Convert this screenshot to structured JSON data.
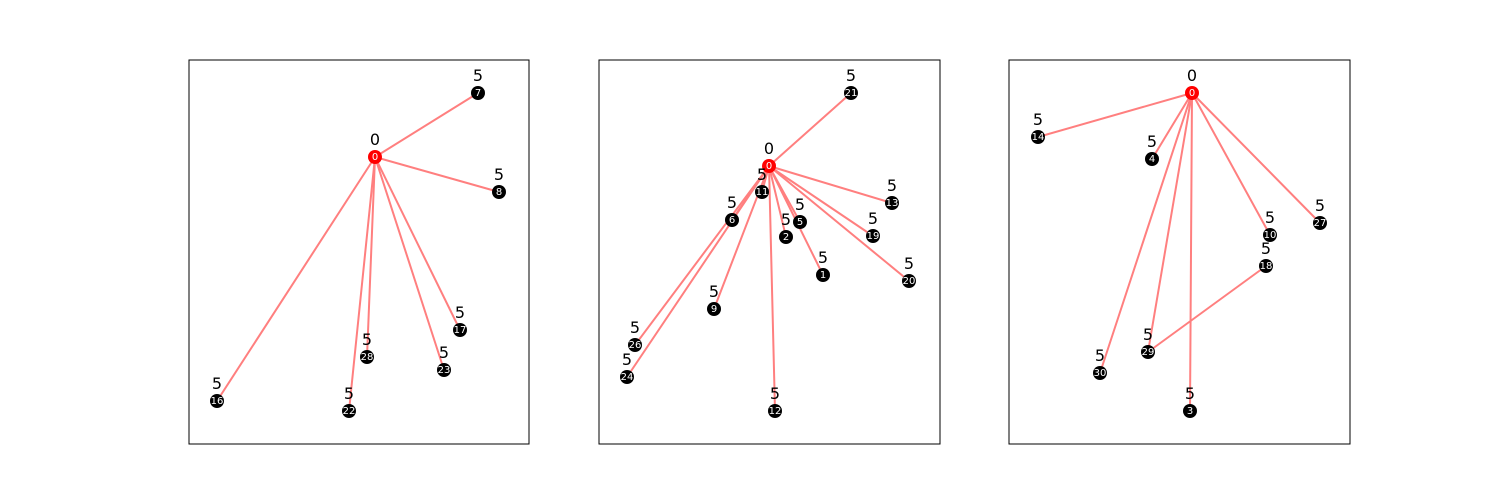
{
  "colors": {
    "edge": "#ff7f7f",
    "root_node": "#ff0000",
    "node": "#000000",
    "frame": "#000000"
  },
  "panels": [
    {
      "nodes": [
        {
          "id": "0",
          "label": "0",
          "root": true
        },
        {
          "id": "7",
          "label": "5"
        },
        {
          "id": "8",
          "label": "5"
        },
        {
          "id": "17",
          "label": "5"
        },
        {
          "id": "28",
          "label": "5"
        },
        {
          "id": "23",
          "label": "5"
        },
        {
          "id": "16",
          "label": "5"
        },
        {
          "id": "22",
          "label": "5"
        }
      ],
      "edges": [
        [
          "0",
          "7"
        ],
        [
          "0",
          "8"
        ],
        [
          "0",
          "17"
        ],
        [
          "0",
          "28"
        ],
        [
          "0",
          "23"
        ],
        [
          "0",
          "16"
        ],
        [
          "0",
          "22"
        ]
      ]
    },
    {
      "nodes": [
        {
          "id": "0",
          "label": "0",
          "root": true
        },
        {
          "id": "21",
          "label": "5"
        },
        {
          "id": "11",
          "label": "5"
        },
        {
          "id": "13",
          "label": "5"
        },
        {
          "id": "6",
          "label": "5"
        },
        {
          "id": "5",
          "label": "5"
        },
        {
          "id": "2",
          "label": "5"
        },
        {
          "id": "19",
          "label": "5"
        },
        {
          "id": "1",
          "label": "5"
        },
        {
          "id": "20",
          "label": "5"
        },
        {
          "id": "9",
          "label": "5"
        },
        {
          "id": "26",
          "label": "5"
        },
        {
          "id": "24",
          "label": "5"
        },
        {
          "id": "12",
          "label": "5"
        }
      ],
      "edges": [
        [
          "0",
          "21"
        ],
        [
          "0",
          "11"
        ],
        [
          "0",
          "13"
        ],
        [
          "0",
          "6"
        ],
        [
          "0",
          "5"
        ],
        [
          "0",
          "2"
        ],
        [
          "0",
          "19"
        ],
        [
          "0",
          "1"
        ],
        [
          "0",
          "20"
        ],
        [
          "0",
          "9"
        ],
        [
          "0",
          "26"
        ],
        [
          "0",
          "24"
        ],
        [
          "0",
          "12"
        ]
      ]
    },
    {
      "nodes": [
        {
          "id": "0",
          "label": "0",
          "root": true
        },
        {
          "id": "14",
          "label": "5"
        },
        {
          "id": "4",
          "label": "5"
        },
        {
          "id": "27",
          "label": "5"
        },
        {
          "id": "10",
          "label": "5"
        },
        {
          "id": "18",
          "label": "5"
        },
        {
          "id": "29",
          "label": "5"
        },
        {
          "id": "30",
          "label": "5"
        },
        {
          "id": "3",
          "label": "5"
        }
      ],
      "edges": [
        [
          "0",
          "14"
        ],
        [
          "0",
          "4"
        ],
        [
          "0",
          "27"
        ],
        [
          "0",
          "10"
        ],
        [
          "0",
          "29"
        ],
        [
          "0",
          "30"
        ],
        [
          "0",
          "3"
        ],
        [
          "18",
          "29"
        ]
      ]
    }
  ]
}
